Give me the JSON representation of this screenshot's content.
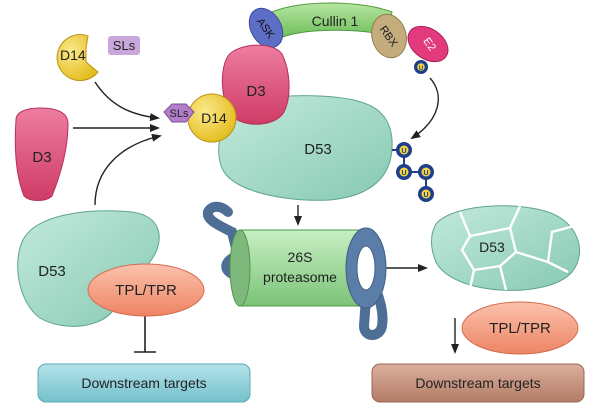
{
  "labels": {
    "d14_top": "D14",
    "sls_top": "SLs",
    "d3_left": "D3",
    "cullin": "Cullin 1",
    "ask": "ASK",
    "rbx": "RBX",
    "e2": "E2",
    "ub": "U",
    "d3_center": "D3",
    "sls_center": "SLs",
    "d14_center": "D14",
    "d53_center": "D53",
    "d53_left": "D53",
    "tpl_left": "TPL/TPR",
    "downstream_left": "Downstream targets",
    "proteasome_line1": "26S",
    "proteasome_line2": "proteasome",
    "d53_degraded": "D53",
    "tpl_right": "TPL/TPR",
    "downstream_right": "Downstream targets"
  },
  "colors": {
    "d14": "#f1d44a",
    "sls": "#c9a7dc",
    "d3": "#e0557e",
    "cullin": "#8fd07b",
    "ask": "#5d6ec6",
    "rbx": "#c4ac7c",
    "e2": "#e23a7d",
    "d53": "#a4dbc8",
    "tpl": "#f5a287",
    "downstream_left": "#8fd1db",
    "downstream_right": "#c28e79",
    "proteasome": "#9fd89c",
    "proteasome_ring": "#5a7ea8",
    "ubiquitin": "#1e3f8c"
  }
}
